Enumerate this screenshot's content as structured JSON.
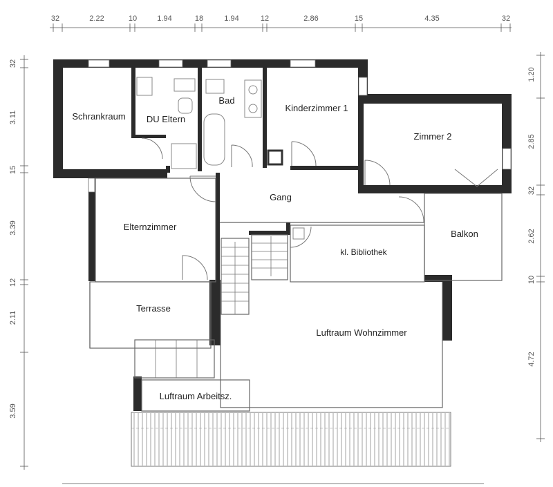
{
  "rooms": {
    "schrankraum": "Schrankraum",
    "du_eltern": "DU Eltern",
    "bad": "Bad",
    "kinderzimmer": "Kinderzimmer 1",
    "zimmer2": "Zimmer 2",
    "gang": "Gang",
    "elternzimmer": "Elternzimmer",
    "balkon": "Balkon",
    "bibliothek": "kl. Bibliothek",
    "terrasse": "Terrasse",
    "luftraum_wohnzimmer": "Luftraum Wohnzimmer",
    "luftraum_arbeitsz": "Luftraum Arbeitsz."
  },
  "dimensions": {
    "top": [
      "32",
      "2.22",
      "10",
      "1.94",
      "18",
      "1.94",
      "12",
      "2.86",
      "15",
      "4.35",
      "32"
    ],
    "left": [
      "32",
      "3.11",
      "15",
      "3.39",
      "12",
      "2.11",
      "3.59"
    ],
    "right": [
      "1.20",
      "2.85",
      "32",
      "2.62",
      "10",
      "4.72"
    ]
  }
}
